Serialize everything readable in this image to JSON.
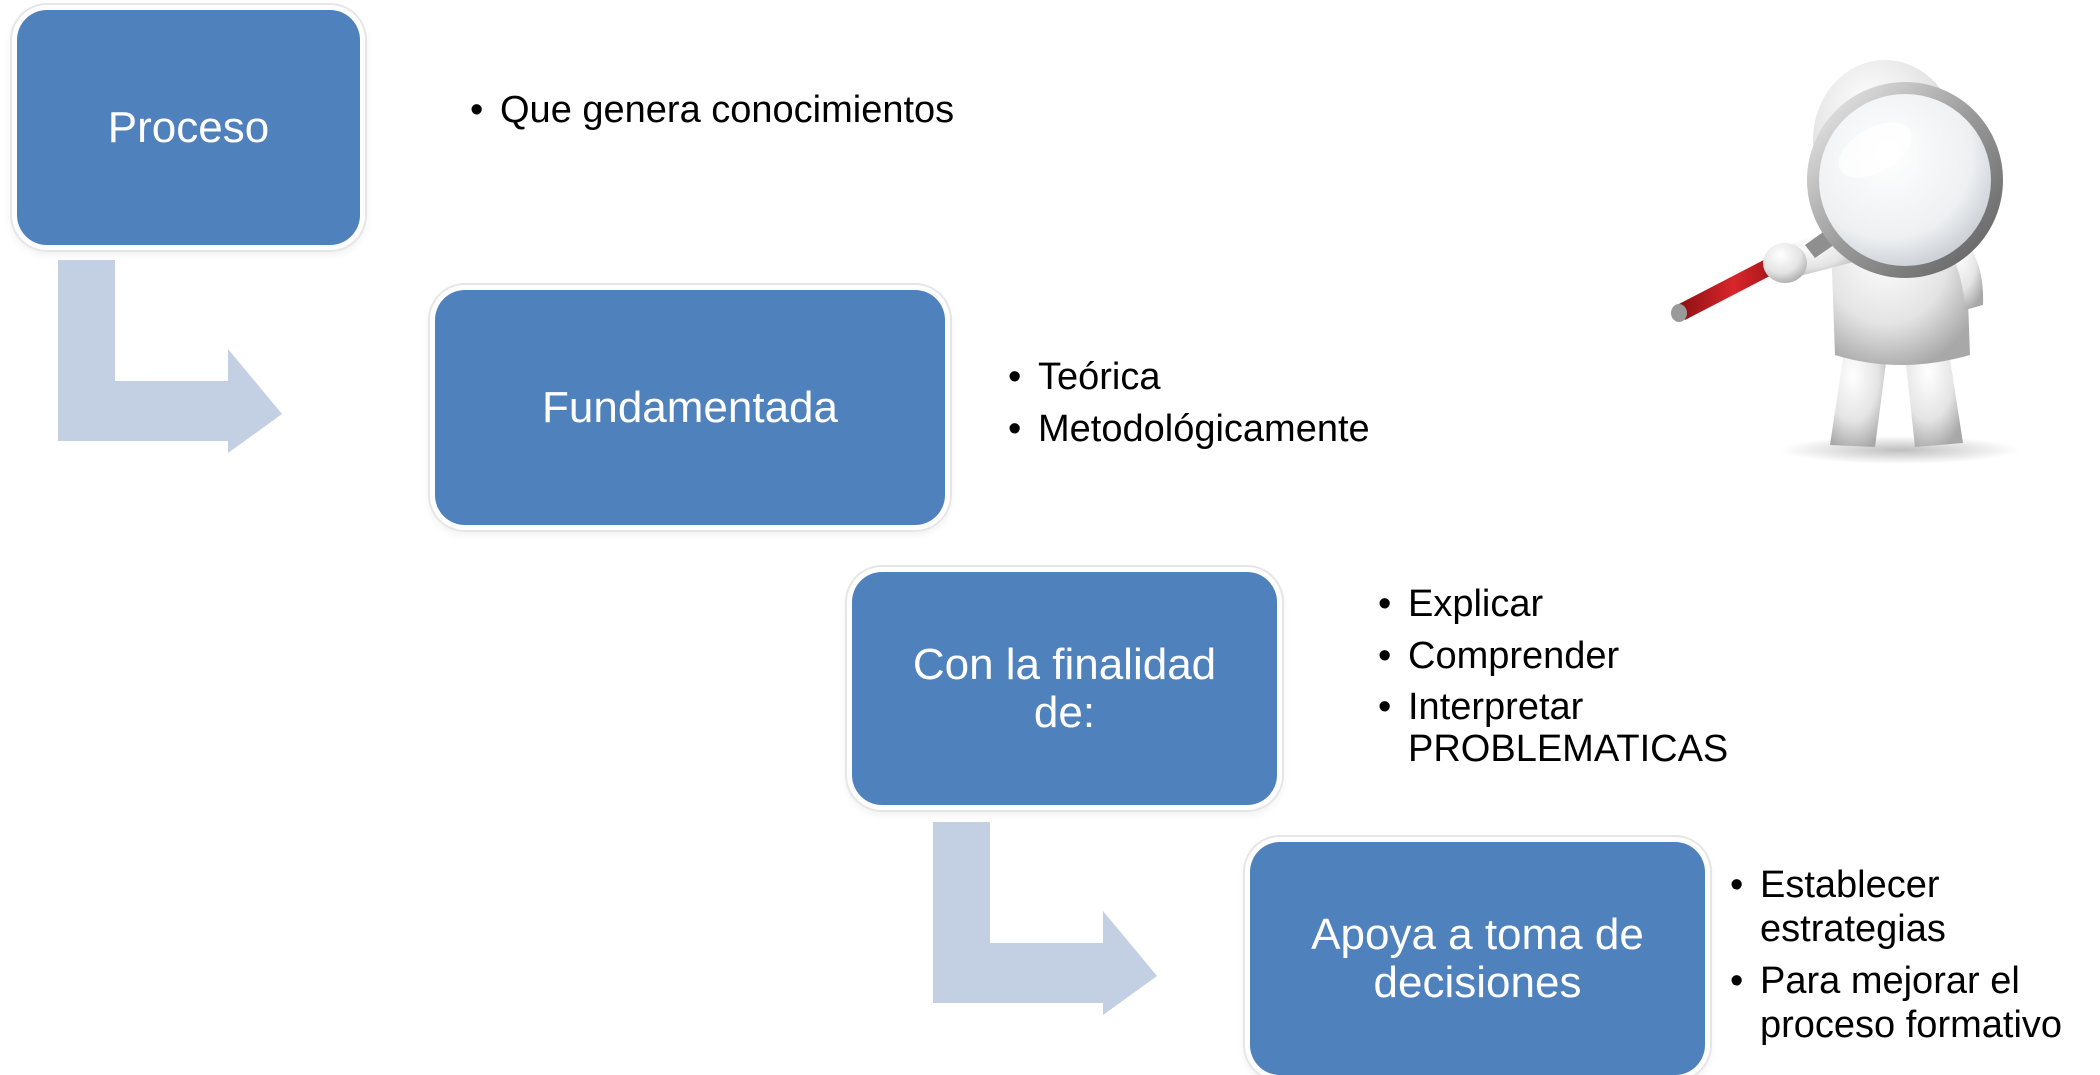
{
  "steps": [
    {
      "label": "Proceso",
      "bullets": [
        "Que genera conocimientos"
      ]
    },
    {
      "label": "Fundamentada",
      "bullets": [
        "Teórica",
        "Metodológicamente"
      ]
    },
    {
      "label": "Con la finalidad de:",
      "bullets": [
        "Explicar",
        "Comprender",
        "Interpretar PROBLEMATICAS"
      ]
    },
    {
      "label": "Apoya a toma de decisiones",
      "bullets": [
        "Establecer estrategias",
        "Para mejorar el proceso formativo"
      ]
    }
  ],
  "colors": {
    "box_fill": "#4f81bd",
    "box_text": "#ffffff",
    "arrow_fill": "#c3cfe2",
    "bullet_text": "#000000"
  },
  "illustration": {
    "icon": "person-with-magnifying-glass-icon"
  }
}
